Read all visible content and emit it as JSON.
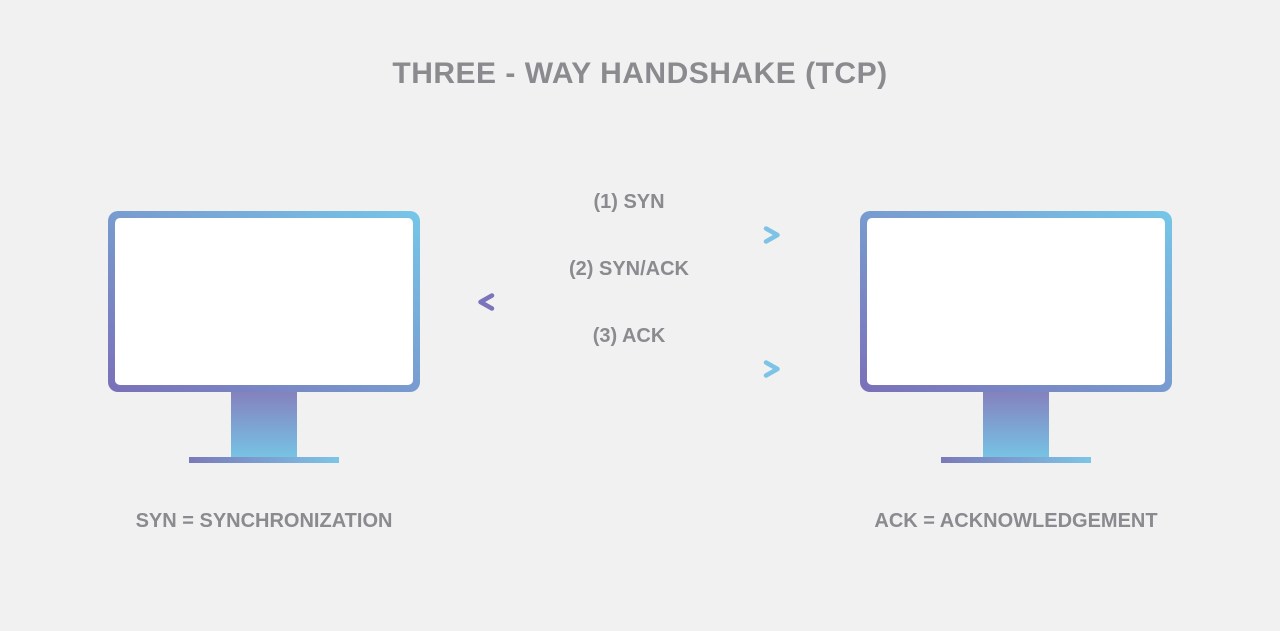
{
  "title": "THREE - WAY HANDSHAKE (TCP)",
  "colors": {
    "background": "#f1f1f2",
    "text": "#8a8a8f",
    "purple": "#7a74ba",
    "blue": "#7cc3e5",
    "monitor_gradient_start": "#7a70b8",
    "monitor_gradient_end": "#76c6e8"
  },
  "hosts": {
    "left": {
      "icon": "computer-monitor"
    },
    "right": {
      "icon": "computer-monitor"
    }
  },
  "arrows": [
    {
      "step": 1,
      "label": "(1) SYN",
      "direction": "right",
      "from": "left-host",
      "to": "right-host"
    },
    {
      "step": 2,
      "label": "(2) SYN/ACK",
      "direction": "left",
      "from": "right-host",
      "to": "left-host"
    },
    {
      "step": 3,
      "label": "(3) ACK",
      "direction": "right",
      "from": "left-host",
      "to": "right-host"
    }
  ],
  "legend": {
    "left": "SYN = SYNCHRONIZATION",
    "right": "ACK = ACKNOWLEDGEMENT"
  }
}
